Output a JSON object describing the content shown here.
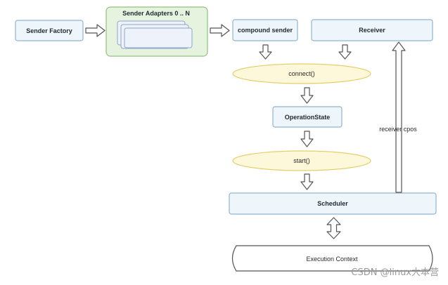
{
  "nodes": {
    "sender_factory": "Sender Factory",
    "sender_adapters": "Sender Adapters 0 .. N",
    "compound_sender": "compound sender",
    "receiver": "Receiver",
    "connect": "connect()",
    "operation_state": "OperationState",
    "start": "start()",
    "scheduler": "Scheduler",
    "execution_context": "Execution Context"
  },
  "edges": {
    "receiver_cpos": "receiver cpos"
  },
  "watermark": "CSDN @linux大本营",
  "colors": {
    "box_fill": "#eef5fb",
    "box_stroke": "#8fb3cf",
    "adapters_fill": "#e6f4df",
    "adapters_stroke": "#8fc27a",
    "ellipse_fill": "#fdf8d9",
    "ellipse_stroke": "#e3cf6e",
    "arrow_stroke": "#555555"
  }
}
